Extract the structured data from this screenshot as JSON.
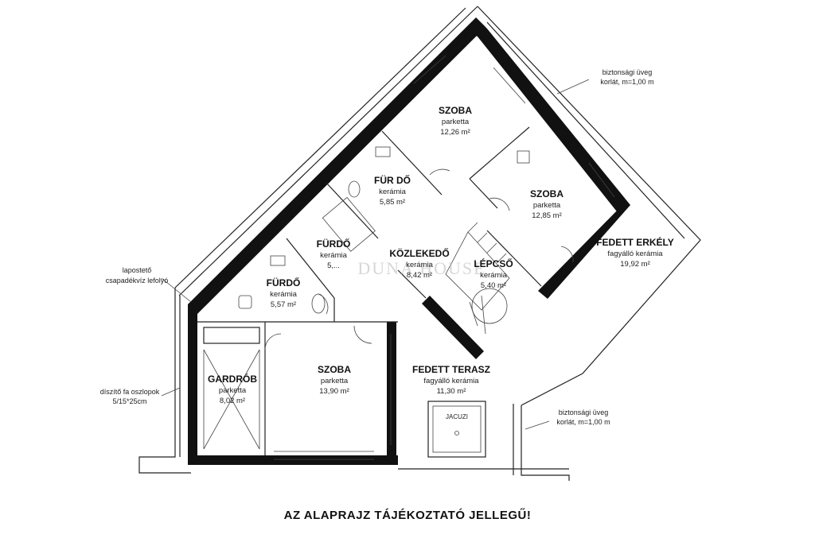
{
  "rooms": {
    "szoba_top": {
      "name": "SZOBA",
      "floor": "parketta",
      "area": "12,26 m²"
    },
    "furdo_1": {
      "name": "FÜR DŐ",
      "floor": "kerámia",
      "area": "5,85 m²"
    },
    "szoba_right": {
      "name": "SZOBA",
      "floor": "parketta",
      "area": "12,85 m²"
    },
    "furdo_2": {
      "name": "FÜRDŐ",
      "floor": "kerámia",
      "area": "5,..."
    },
    "kozlekedo": {
      "name": "KÖZLEKEDŐ",
      "floor": "kerámia",
      "area": "8,42 m²"
    },
    "lepcso": {
      "name": "LÉPCSŐ",
      "floor": "kerámia",
      "area": "5,40 m²"
    },
    "fedett_erkely": {
      "name": "FEDETT ERKÉLY",
      "floor": "fagyálló kerámia",
      "area": "19,92 m²"
    },
    "furdo_3": {
      "name": "FÜRDŐ",
      "floor": "kerámia",
      "area": "5,57 m²"
    },
    "gardrob": {
      "name": "GARDRÓB",
      "floor": "parketta",
      "area": "8,02 m²"
    },
    "szoba_bottom": {
      "name": "SZOBA",
      "floor": "parketta",
      "area": "13,90 m²"
    },
    "fedett_terasz": {
      "name": "FEDETT TERASZ",
      "floor": "fagyálló kerámia",
      "area": "11,30 m²"
    }
  },
  "jacuzzi_label": "JACUZI",
  "annotations": {
    "railing_top": {
      "line1": "biztonsági üveg",
      "line2": "korlát, m=1,00 m"
    },
    "railing_bottom": {
      "line1": "biztonsági üveg",
      "line2": "korlát, m=1,00 m"
    },
    "roof": {
      "line1": "lapostető",
      "line2": "csapadékvíz lefolyó"
    },
    "columns": {
      "line1": "díszítő fa oszlopok",
      "line2": "5/15*25cm"
    }
  },
  "watermark": "DUNA HOUSE",
  "disclaimer": "AZ ALAPRAJZ TÁJÉKOZTATÓ JELLEGŰ!"
}
